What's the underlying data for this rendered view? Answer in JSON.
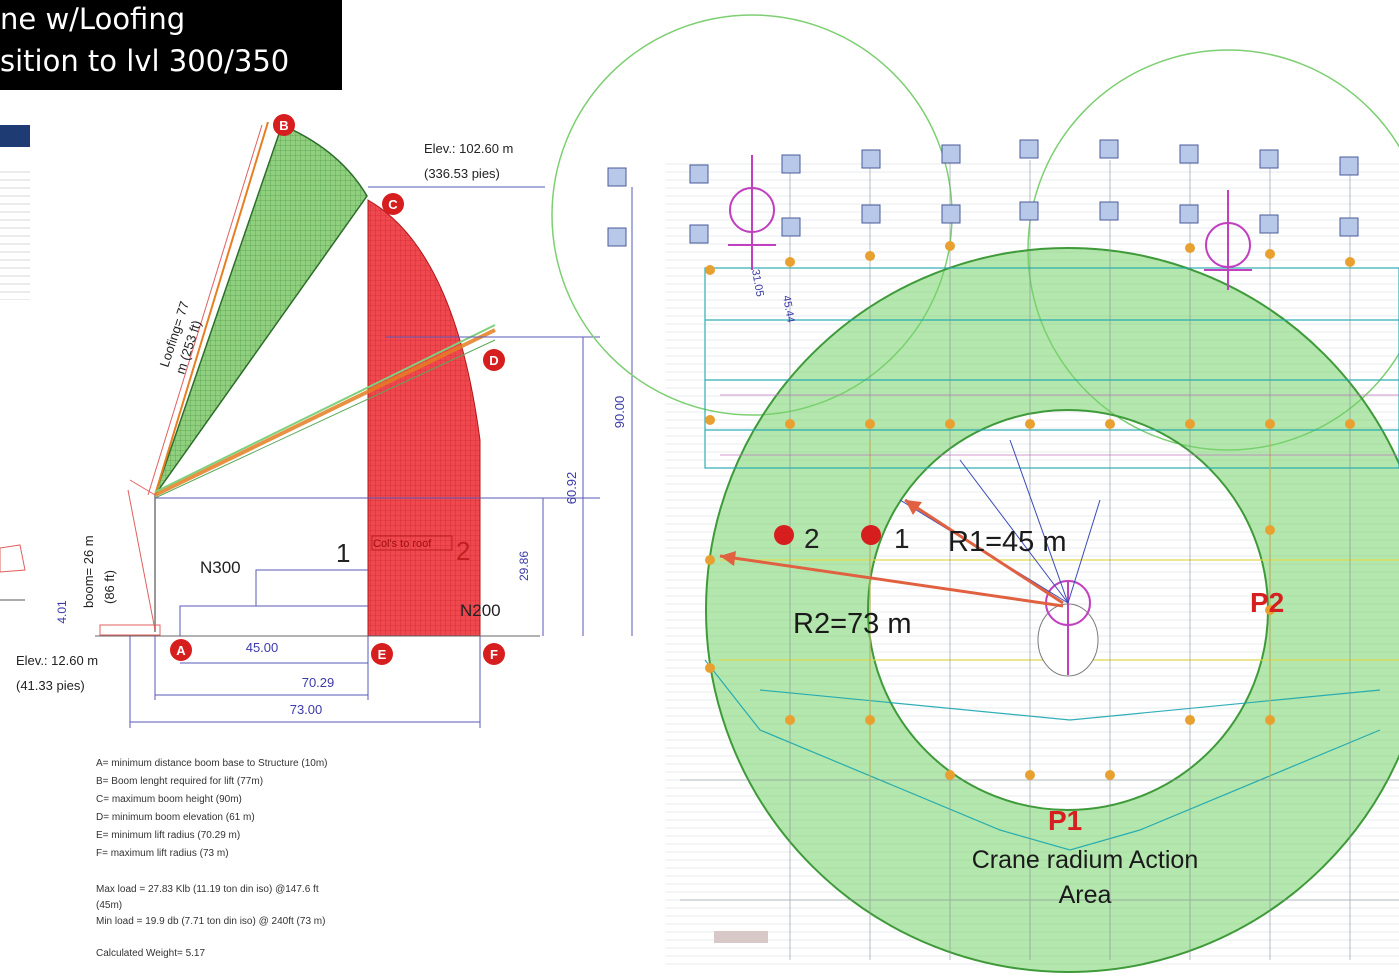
{
  "header": {
    "line1": "ne w/Loofing",
    "line2": "sition to lvl 300/350"
  },
  "elevation_top": {
    "label": "Elev.: 102.60 m",
    "sub": "(336.53 pies)"
  },
  "elevation_bottom": {
    "label": "Elev.: 12.60 m",
    "sub": "(41.33 pies)"
  },
  "boom_labels": {
    "loofing": "Loofing= 77",
    "loofing_sub": "m (253 ft)",
    "boom": "boom= 26 m",
    "boom_sub": "(86 ft)"
  },
  "points": [
    "A",
    "B",
    "C",
    "D",
    "E",
    "F"
  ],
  "levels": {
    "n300": "N300",
    "n200": "N200",
    "pos1": "1",
    "pos2": "2",
    "roof_note": "Col's to roof"
  },
  "dimensions": {
    "d45": "45.00",
    "d7029": "70.29",
    "d73": "73.00",
    "v90": "90.00",
    "v6092": "60.92",
    "v2986": "29.86",
    "v401": "4.01"
  },
  "legend": [
    "A= minimum distance boom base to Structure (10m)",
    "B= Boom lenght required for lift (77m)",
    "C= maximum boom height (90m)",
    "D= minimum boom elevation (61 m)",
    "E= minimum lift radius (70.29 m)",
    "F= maximum lift radius (73 m)"
  ],
  "loads": {
    "max_line1": "Max load = 27.83 Klb (11.19 ton din iso) @147.6 ft",
    "max_line2": "(45m)",
    "min_line": "Min load = 19.9 db (7.71 ton din iso) @ 240ft (73 m)",
    "weight": "Calculated  Weight= 5.17"
  },
  "plan": {
    "radius1": "R1=45 m",
    "radius2": "R2=73 m",
    "pos1": "1",
    "pos2": "2",
    "p1": "P1",
    "p2": "P2",
    "action_line1": "Crane radium Action",
    "action_line2": "Area",
    "dim_a": "31.05",
    "dim_b": "45.44"
  },
  "colors": {
    "header_bg": "#000000",
    "zone_green": "#74d46a",
    "zone_red": "#f0484f",
    "marker_red": "#d61e1e",
    "dim_blue": "#3a3aa8"
  }
}
